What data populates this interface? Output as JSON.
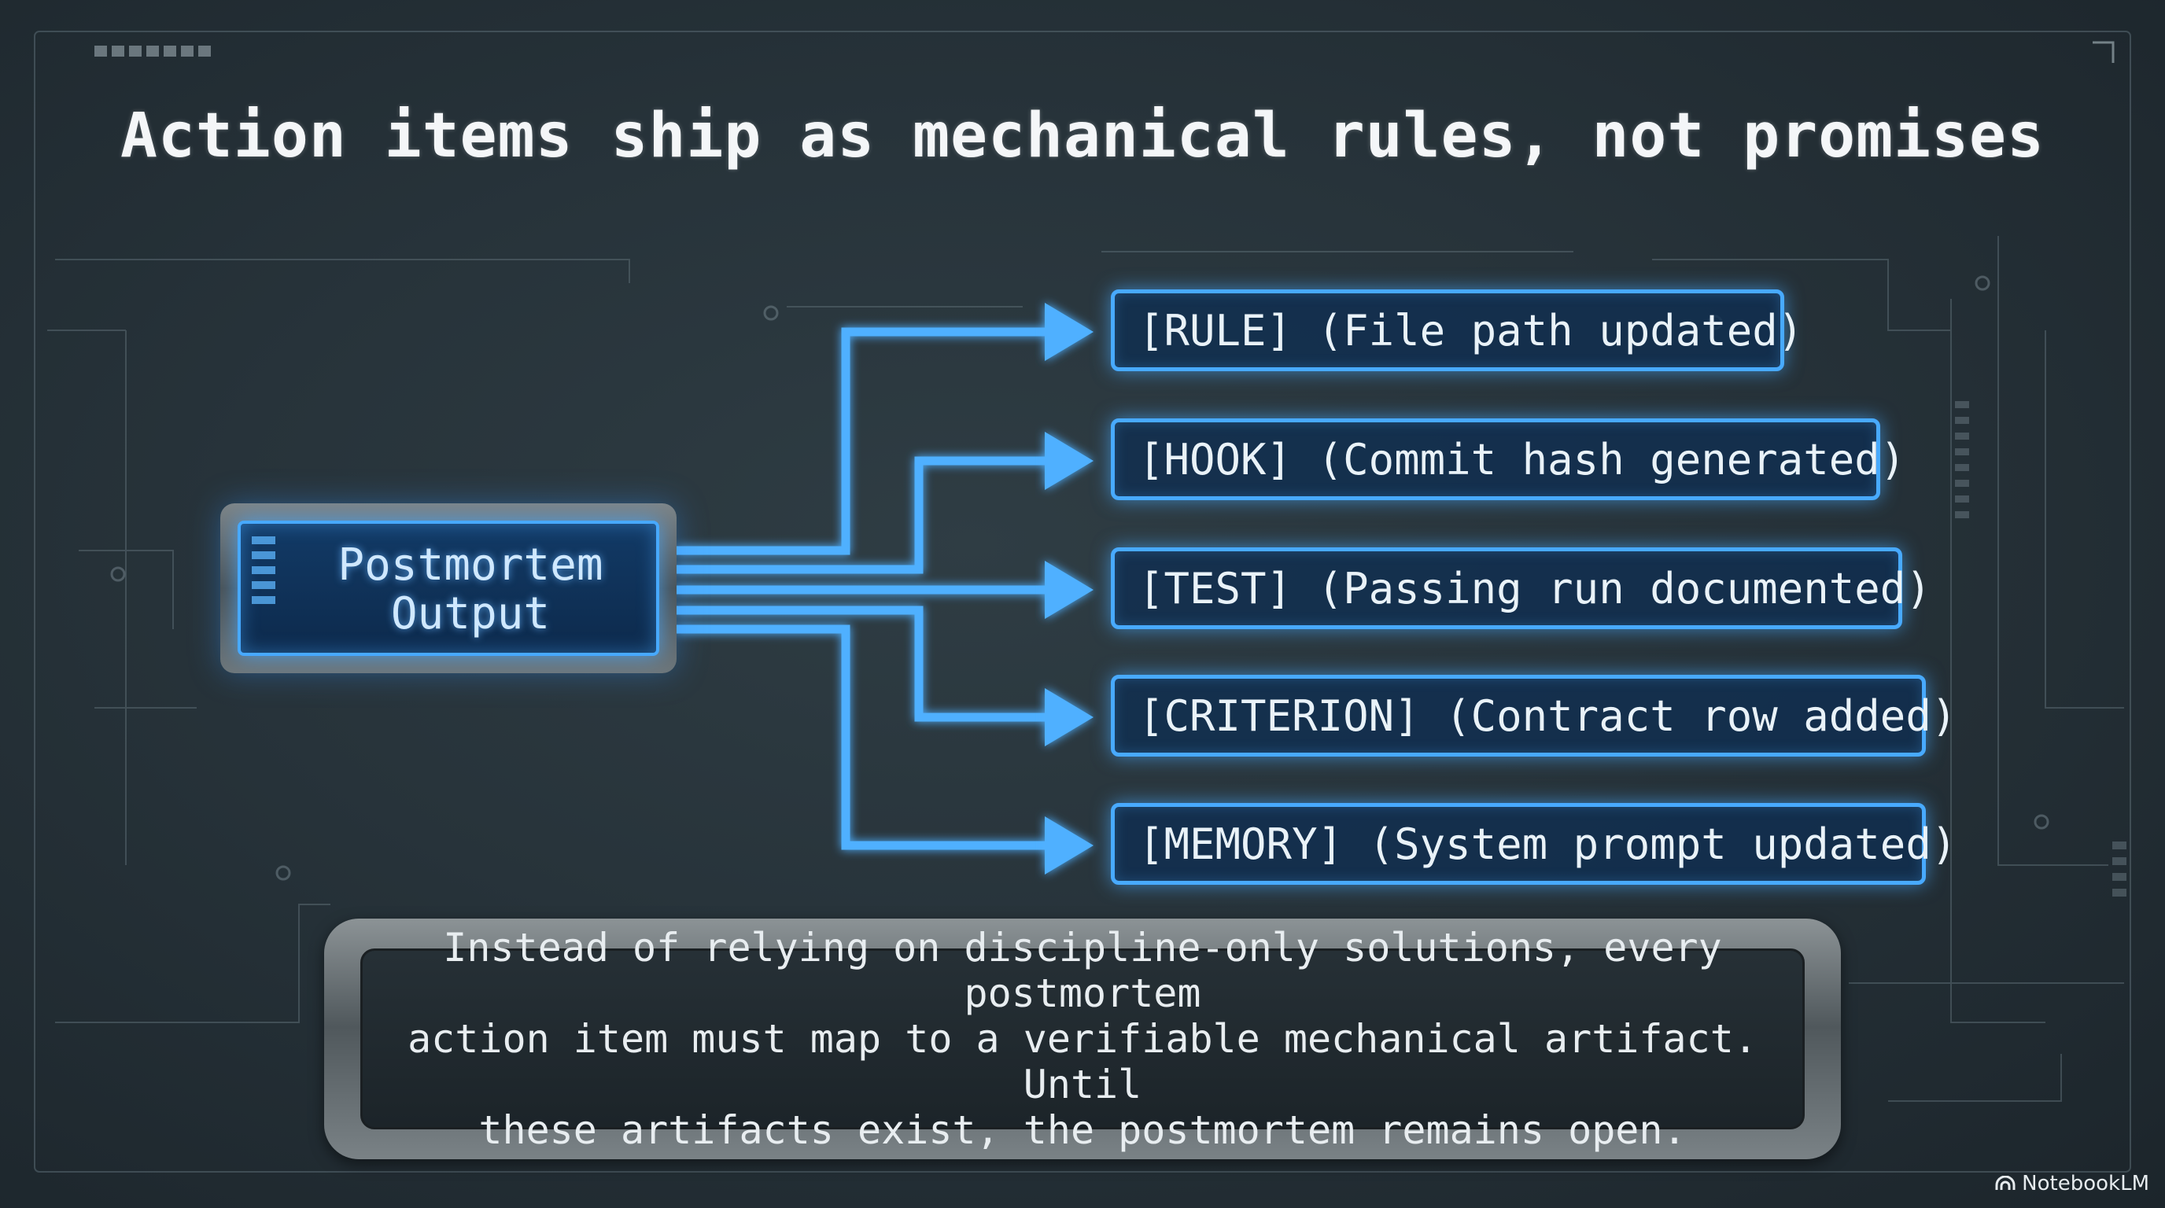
{
  "title": "Action items ship as mechanical rules, not promises",
  "source": {
    "label_line1": "Postmortem",
    "label_line2": "Output"
  },
  "outputs": [
    {
      "label": "[RULE] (File path updated)"
    },
    {
      "label": "[HOOK] (Commit hash generated)"
    },
    {
      "label": "[TEST] (Passing run documented)"
    },
    {
      "label": "[CRITERION] (Contract row added)"
    },
    {
      "label": "[MEMORY] (System prompt updated)"
    }
  ],
  "caption": {
    "line1": "Instead of relying on discipline-only solutions, every postmortem",
    "line2": "action item must map to a verifiable mechanical artifact. Until",
    "line3": "these artifacts exist, the postmortem remains open."
  },
  "watermark": {
    "text": "NotebookLM",
    "icon": "notebooklm-logo-icon"
  },
  "colors": {
    "accent": "#48aaff",
    "background": "#27333a",
    "text": "#f2f5f7"
  }
}
